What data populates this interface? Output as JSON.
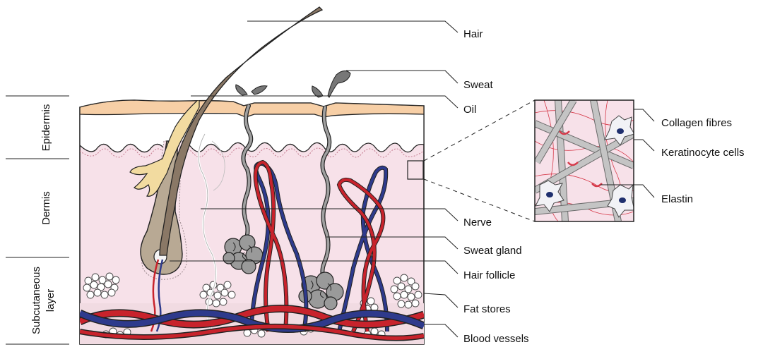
{
  "layers": [
    {
      "key": "epidermis",
      "label": "Epidermis"
    },
    {
      "key": "dermis",
      "label": "Dermis"
    },
    {
      "key": "subcut_1",
      "label": "Subcutaneous"
    },
    {
      "key": "subcut_2",
      "label": "layer"
    }
  ],
  "callouts": {
    "hair": "Hair",
    "sweat": "Sweat",
    "oil": "Oil",
    "nerve": "Nerve",
    "sweat_gland": "Sweat gland",
    "hair_follicle": "Hair follicle",
    "fat_stores": "Fat stores",
    "blood_vessels": "Blood vessels"
  },
  "inset_callouts": {
    "collagen": "Collagen fibres",
    "keratinocyte": "Keratinocyte cells",
    "elastin": "Elastin"
  },
  "colors": {
    "epidermis_top": "#f7cfa6",
    "dermis": "#f7e1e9",
    "hair": "#8a7866",
    "oil": "#f2dba0",
    "sweat_duct": "#9a9a9a",
    "artery": "#c8232c",
    "vein": "#2e3a8c",
    "fat": "#ffffff",
    "nucleus": "#1f2f6e"
  }
}
